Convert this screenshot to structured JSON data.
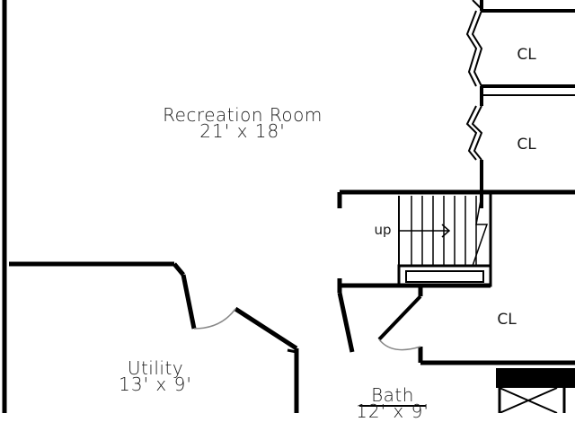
{
  "rooms": {
    "recreation": {
      "name": "Recreation Room",
      "dims": "21' x 18'"
    },
    "utility": {
      "name": "Utility",
      "dims": "13' x 9'"
    },
    "bath": {
      "name": "Bath",
      "dims": "12' x 9'"
    }
  },
  "closets": {
    "cl1": "CL",
    "cl2": "CL",
    "cl3": "CL"
  },
  "stairs": {
    "direction": "up"
  },
  "colors": {
    "wall": "#000000",
    "swing": "#888888",
    "background": "#ffffff"
  }
}
